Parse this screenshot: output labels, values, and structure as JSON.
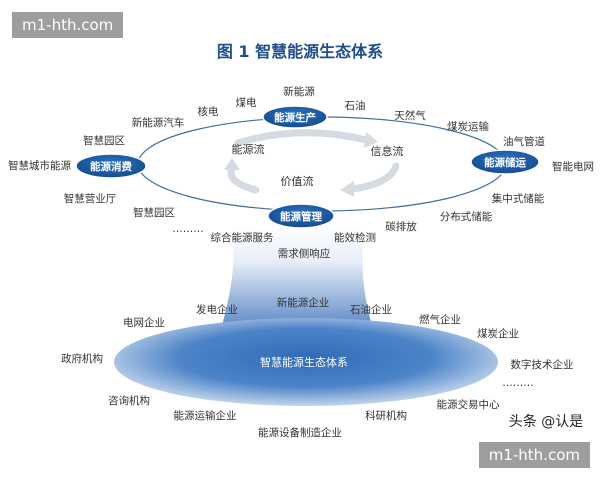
{
  "title": "图 1  智慧能源生态体系",
  "watermark_top": "m1-hth.com",
  "watermark_bottom": "m1-hth.com",
  "credit": "头条 @认是",
  "nodes": {
    "production": "能源生产",
    "consumption": "能源消费",
    "storage": "能源储运",
    "management": "能源管理"
  },
  "flows": {
    "energy_flow": "能源流",
    "info_flow": "信息流",
    "value_flow": "价值流"
  },
  "ring_labels": {
    "new_energy": "新能源",
    "coal_power": "煤电",
    "oil": "石油",
    "nuclear": "核电",
    "natural_gas": "天然气",
    "nev": "新能源汽车",
    "coal_transport": "煤炭运输",
    "smart_park_top": "智慧园区",
    "oil_pipeline": "油气管道",
    "smart_city_energy": "智慧城市能源",
    "smart_grid": "智能电网",
    "smart_hall": "智慧营业厅",
    "centralized_storage": "集中式储能",
    "smart_park_bottom": "智慧园区",
    "distributed_storage": "分布式储能",
    "carbon_emission": "碳排放",
    "ellipsis_left": "………",
    "integrated_service": "综合能源服务",
    "efficiency_monitor": "能效检测",
    "demand_response": "需求侧响应"
  },
  "ecosystem_center": "智慧能源生态体系",
  "ecosystem_labels": {
    "power_gen": "发电企业",
    "new_energy_ent": "新能源企业",
    "petroleum_ent": "石油企业",
    "gas_ent": "燃气企业",
    "grid_ent": "电网企业",
    "coal_ent": "煤炭企业",
    "government": "政府机构",
    "digital_ent": "数字技术企业",
    "ellipsis_right": "………",
    "consulting": "咨询机构",
    "energy_exchange": "能源交易中心",
    "transport_ent": "能源运输企业",
    "research": "科研机构",
    "equipment_ent": "能源设备制造企业"
  },
  "colors": {
    "title": "#1f4e8c",
    "badge": "#1f5fa8",
    "ring": "#3f6f9f",
    "text": "#333333",
    "ecosystem_dark": "#1a5aa3",
    "ecosystem_light": "#dfe8f4",
    "watermark_bg": "#9e9e9e"
  }
}
